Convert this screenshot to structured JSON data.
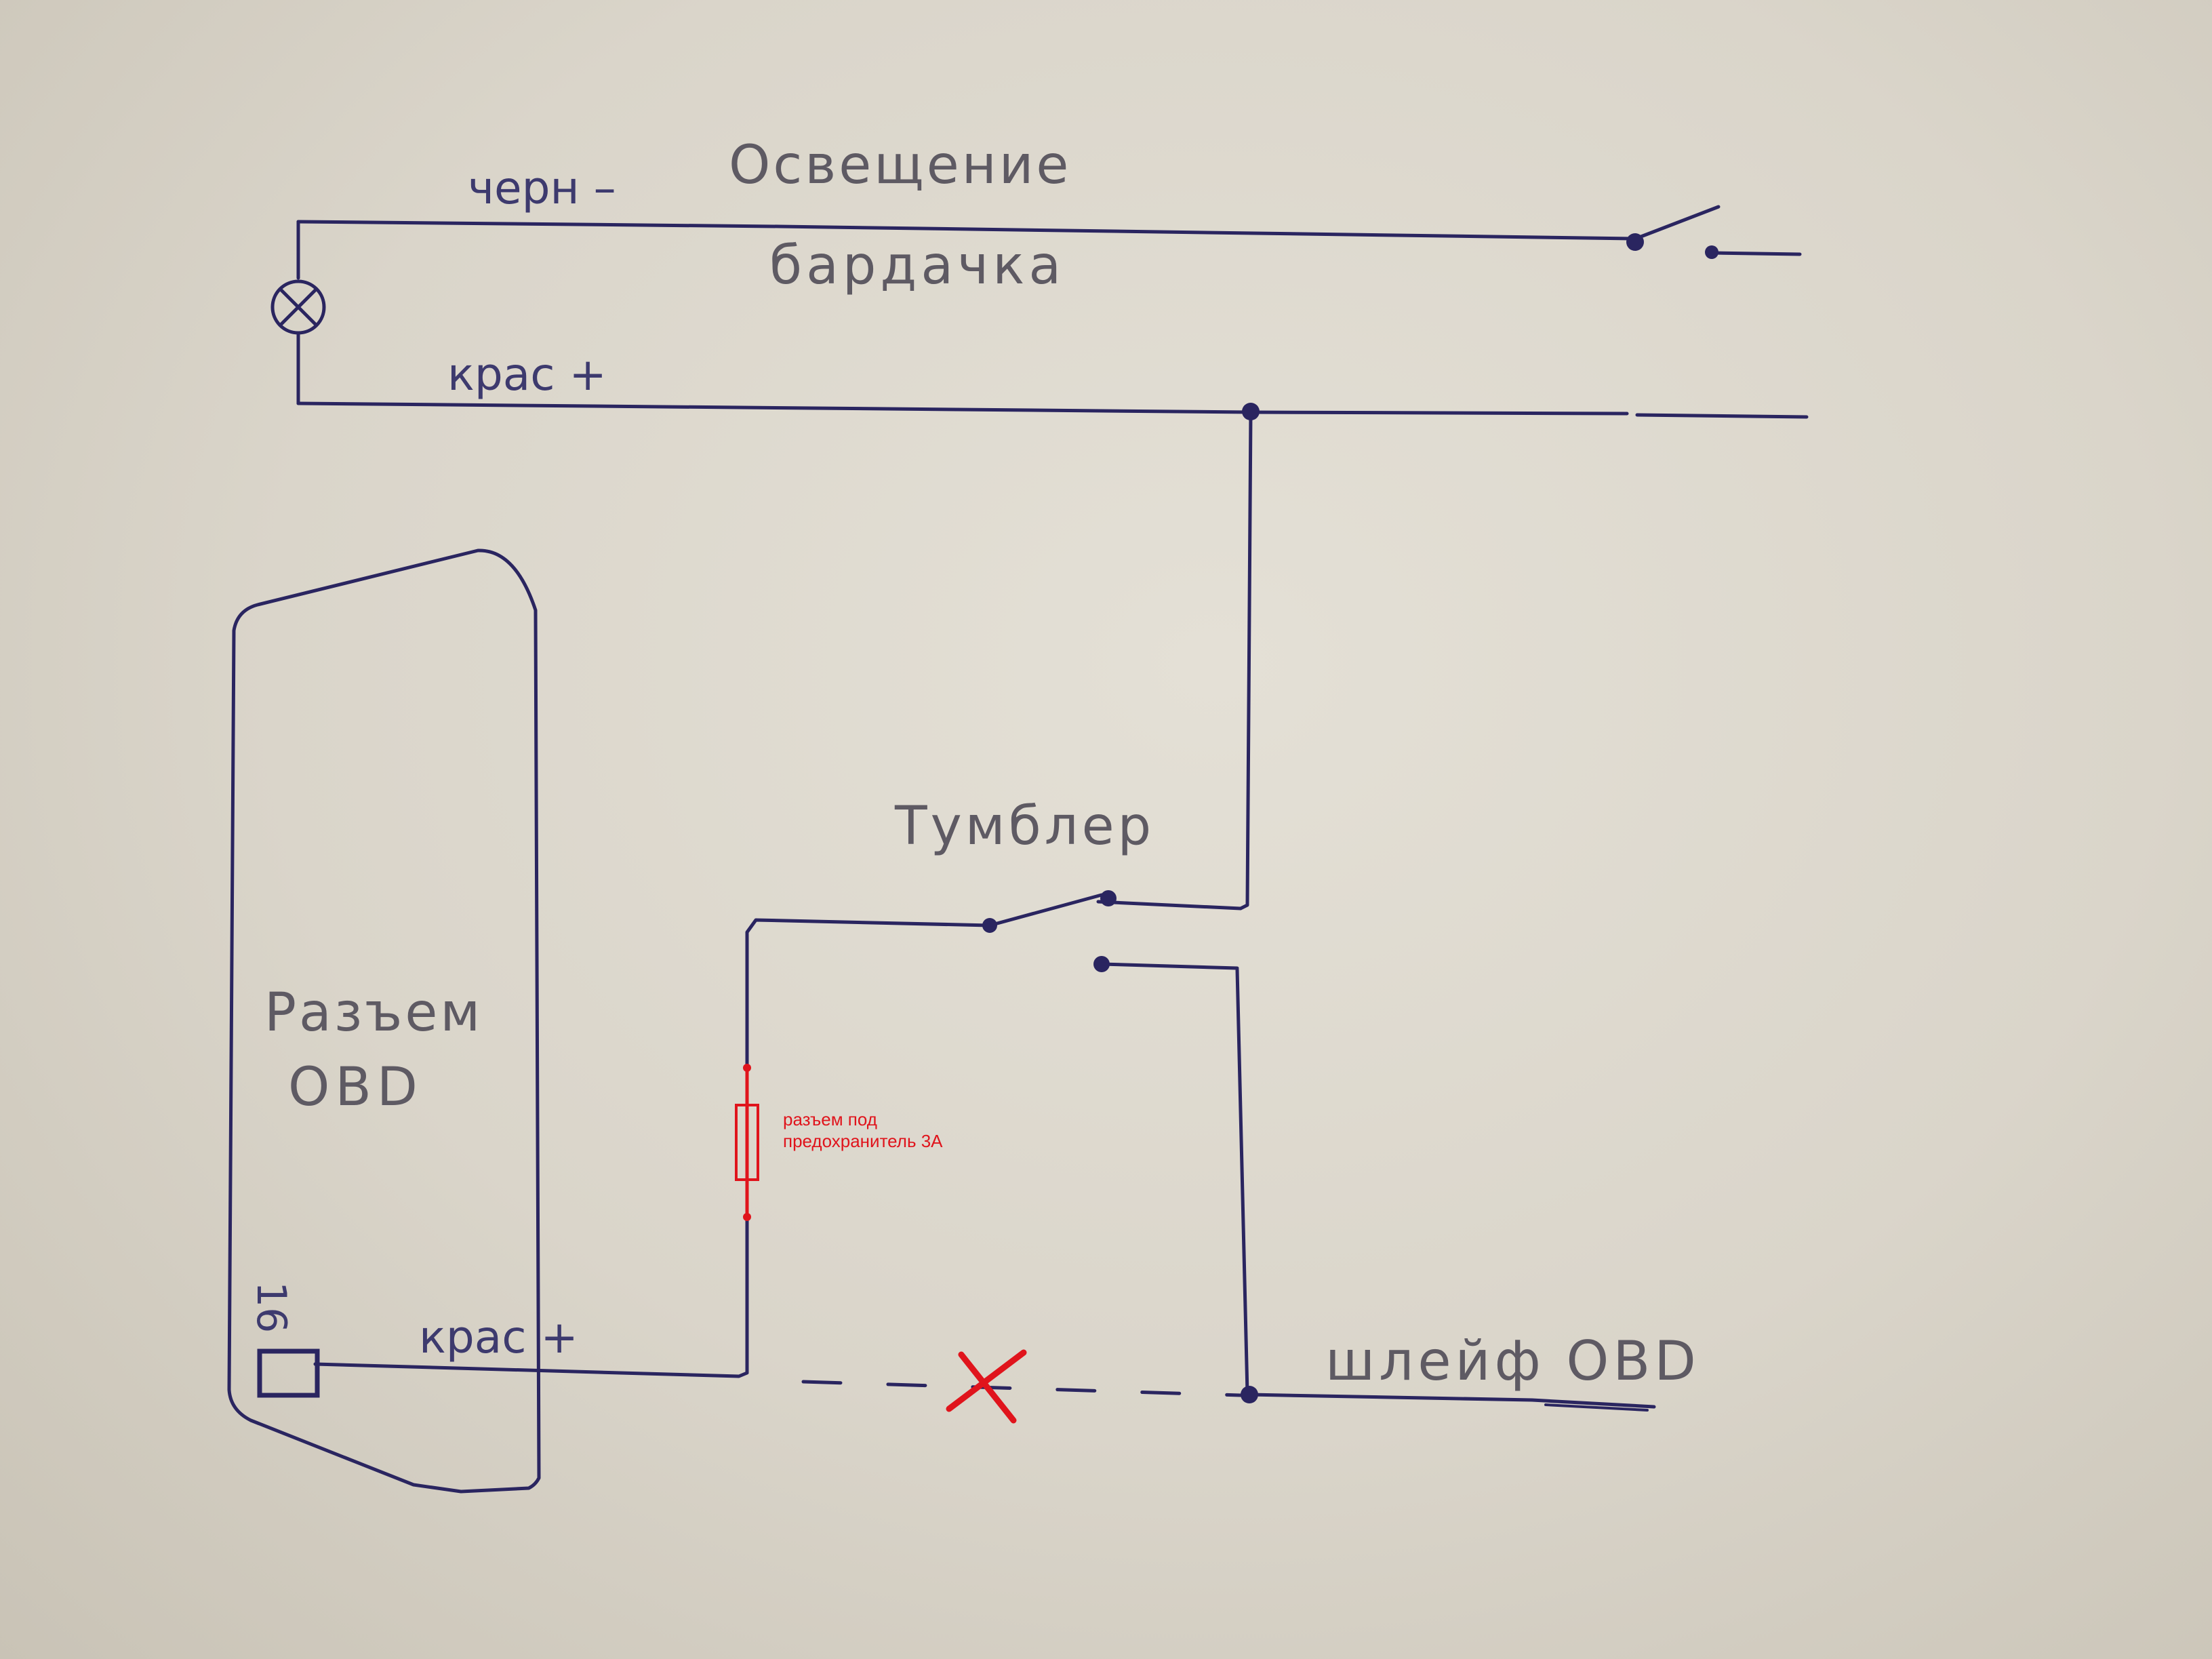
{
  "diagram": {
    "glovebox_light": {
      "title_line1": "Освещение",
      "title_line2": "бардачка",
      "black_wire_label": "черн –",
      "red_wire_label": "крас +"
    },
    "toggle_switch": {
      "label": "Тумблер"
    },
    "obd_connector": {
      "label_line1": "Разъем",
      "label_line2": "OBD",
      "pin_number": "16",
      "wire_label": "крас +"
    },
    "obd_harness": {
      "label": "шлейф OBD"
    },
    "fuse_holder": {
      "label_line1": "разъем под",
      "label_line2": "предохранитель 3А"
    },
    "colors": {
      "ink": "#2a2560",
      "annotation": "#e0141c",
      "paper": "#e1ddd3"
    }
  }
}
